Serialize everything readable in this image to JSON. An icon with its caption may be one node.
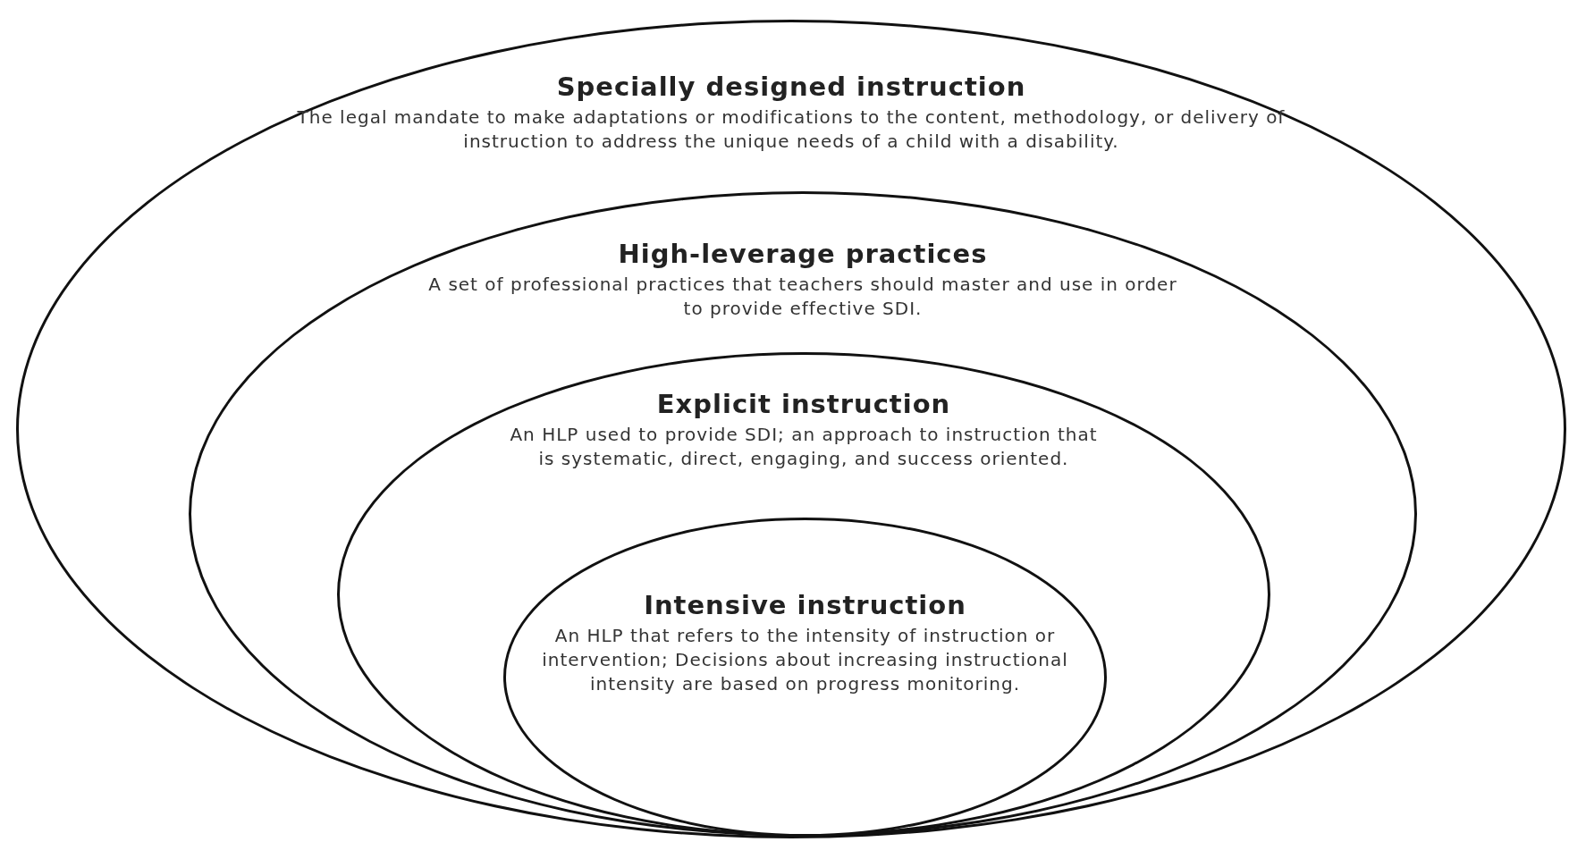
{
  "diagram": {
    "nodes": [
      {
        "text": [
          "Specially designed instruction",
          "The legal mandate to make adaptations or modifications to the content, methodology, or delivery of instruction to address the unique needs of a child with a disability."
        ]
      },
      {
        "text": [
          "High-leverage practices",
          "A set of professional practices that teachers should master and use in order to provide effective SDI."
        ],
        "in": 0
      },
      {
        "text": [
          "Explicit instruction",
          "An HLP used to provide SDI; an approach to instruction that is systematic, direct, engaging, and success oriented."
        ],
        "in": 1
      },
      {
        "text": [
          "Intensive instruction",
          "An HLP that refers to the intensity of instruction or intervention; Decisions about increasing instructional intensity are based on progress monitoring."
        ],
        "in": 2
      }
    ]
  }
}
